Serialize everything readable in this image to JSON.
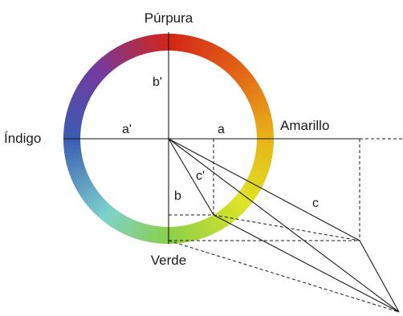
{
  "labels": {
    "top": "Púrpura",
    "left": "Índigo",
    "right": "Amarillo",
    "bottom": "Verde"
  },
  "vectors": {
    "a_prime": "a'",
    "b_prime": "b'",
    "a": "a",
    "b": "b",
    "c_prime": "c'",
    "c": "c"
  },
  "colors": {
    "top": "#d42518",
    "right": "#e8b419",
    "bottom": "#8ccf4a",
    "left": "#3a5cb3",
    "lines": "#1a1a1a"
  }
}
